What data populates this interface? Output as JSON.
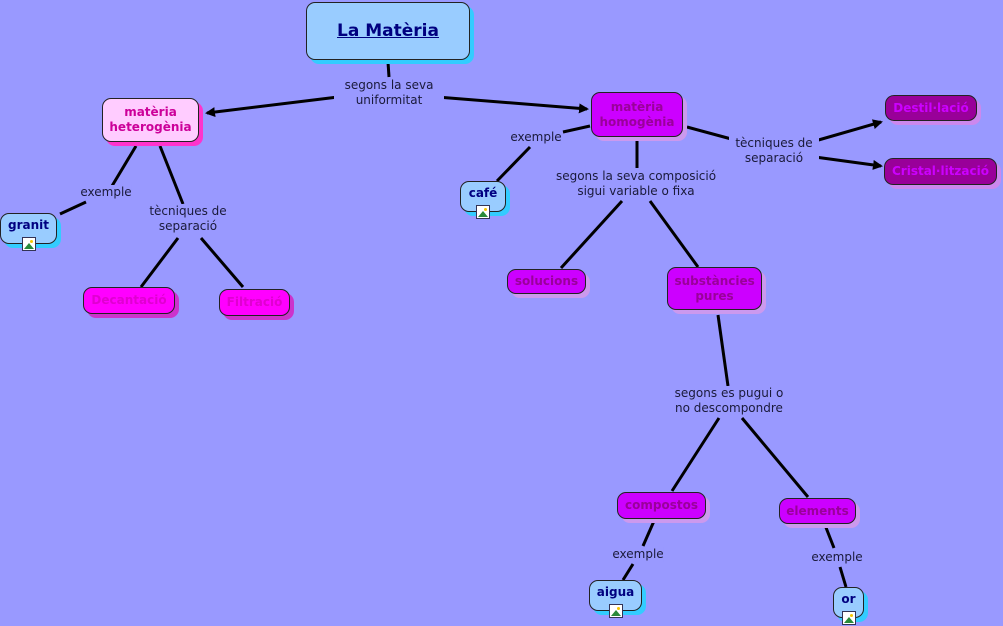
{
  "title": "La Matèria",
  "nodes": {
    "heterogenia": "matèria heterogènia",
    "homogenia": "matèria homogènia",
    "granit": "granit",
    "decantacio": "Decantació",
    "filtracio": "Filtració",
    "cafe": "café",
    "destillacio": "Destil·lació",
    "cristallitzacio": "Cristal·lització",
    "solucions": "solucions",
    "substancies_pures": "substàncies pures",
    "compostos": "compostos",
    "elements": "elements",
    "aigua": "aigua",
    "or": "or"
  },
  "link_labels": {
    "uniformitat": "segons la seva uniformitat",
    "hetero_exemple": "exemple",
    "hetero_tecniques": "tècniques de separació",
    "homo_exemple": "exemple",
    "homo_composicio": "segons la seva composició sigui variable o fixa",
    "homo_tecniques": "tècniques de separació",
    "descompondre": "segons es pugui o no descompondre",
    "compostos_exemple": "exemple",
    "elements_exemple": "exemple"
  },
  "icons": {
    "image_attachment": "image-icon"
  }
}
